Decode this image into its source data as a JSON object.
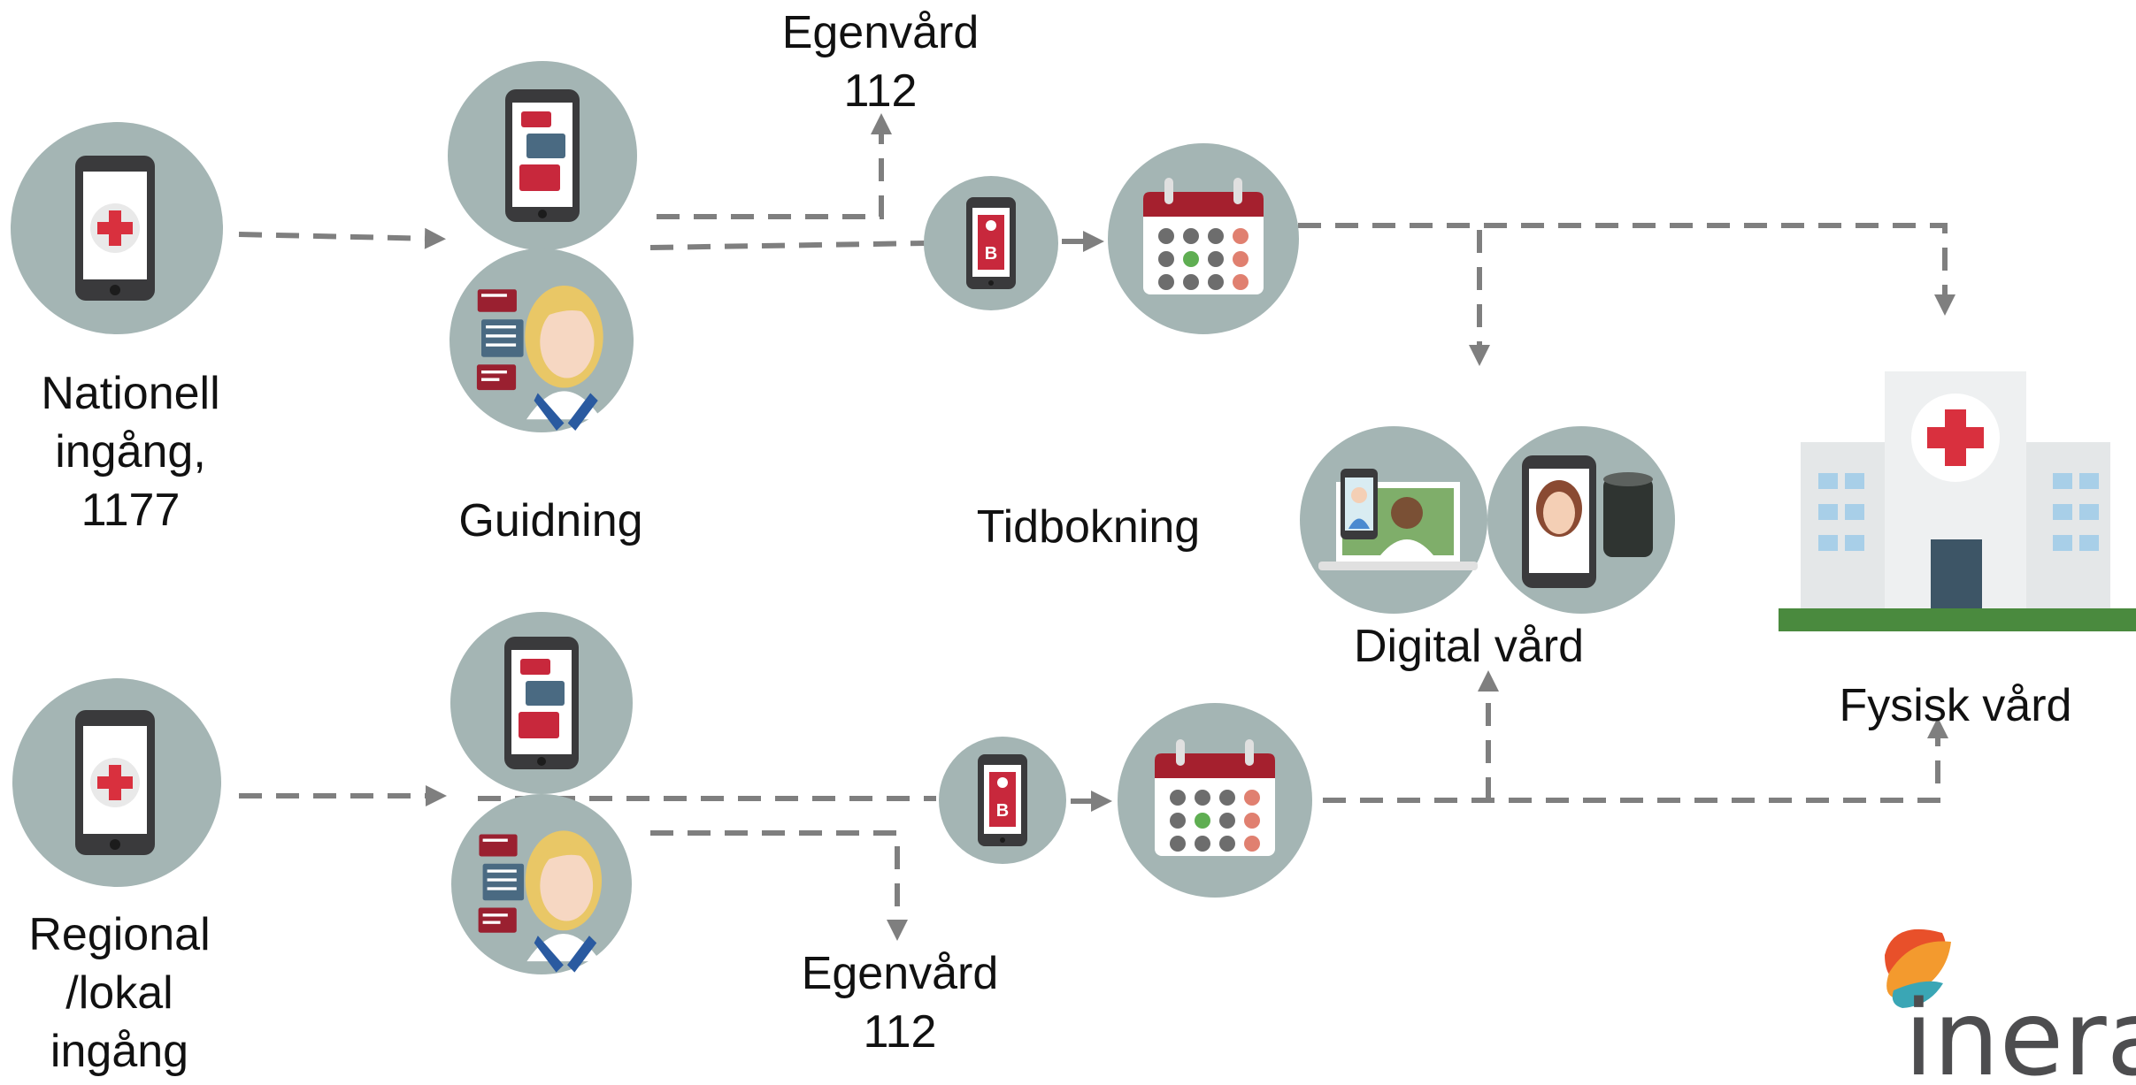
{
  "nodes": {
    "national_entry": "Nationell\ningång,\n1177",
    "guidance": "Guidning",
    "booking": "Tidbokning",
    "digital_care": "Digital vård",
    "physical_care": "Fysisk vård",
    "regional_entry": "Regional\n/lokal\ningång",
    "self_care_top": "Egenvård\n112",
    "self_care_bottom": "Egenvård\n112"
  },
  "logo": {
    "text": "inera",
    "colors": [
      "#e8502a",
      "#f39a2e",
      "#3aa6b5"
    ]
  },
  "colors": {
    "circle": "#a4b5b4",
    "arrow": "#7f7f7f",
    "phone": "#3a3a3c",
    "accent_red": "#c8283c",
    "chat_blue": "#4a6a82",
    "hospital_green": "#4a8a3e"
  }
}
